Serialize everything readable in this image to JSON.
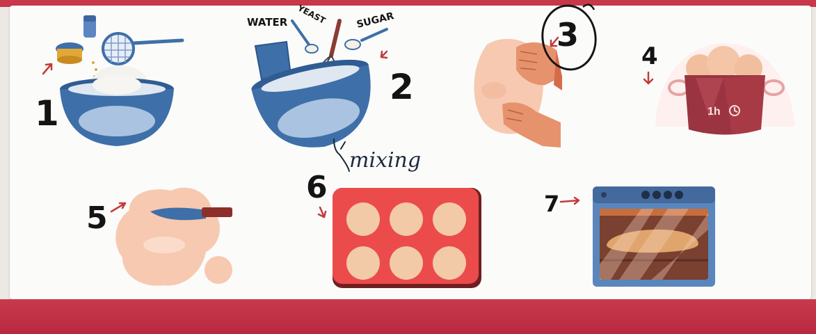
{
  "steps": [
    {
      "number": "1",
      "icon": "sift-flour-bowl-icon"
    },
    {
      "number": "2",
      "icon": "whisk-mixing-bowl-icon"
    },
    {
      "number": "3",
      "icon": "kneading-hands-icon"
    },
    {
      "number": "4",
      "icon": "rising-dough-pot-icon"
    },
    {
      "number": "5",
      "icon": "knife-cutting-dough-icon"
    },
    {
      "number": "6",
      "icon": "baking-tray-buns-icon"
    },
    {
      "number": "7",
      "icon": "oven-bread-icon"
    }
  ],
  "ingredients": {
    "water": "WATER",
    "yeast": "YEAST",
    "sugar": "SUGAR"
  },
  "handwritten_note": "mixing",
  "rise_timer": "1h",
  "colors": {
    "accent_red": "#c8374a",
    "bowl_blue": "#3e6fa8",
    "dough_peach": "#f7c9b0",
    "pot_maroon": "#9a3440",
    "oven_blue": "#5a86bd"
  }
}
